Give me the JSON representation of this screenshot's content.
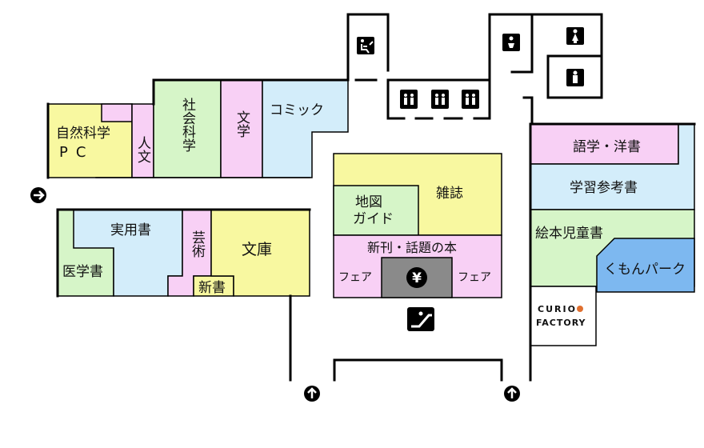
{
  "colors": {
    "green": "#d6f5c8",
    "pink": "#f8d0f5",
    "blue": "#d3edfa",
    "yellow": "#f8f8a0",
    "kumon_blue": "#7db8f0",
    "cashier_gray": "#8a8a8a",
    "white": "#ffffff"
  },
  "sections": {
    "shizen_kagaku": "自然科学",
    "pc": "PC",
    "jinbun": "人文",
    "shakai_kagaku": "社会科学",
    "bungaku": "文学",
    "comic": "コミック",
    "chizu_guide_1": "地図",
    "chizu_guide_2": "ガイド",
    "zasshi": "雑誌",
    "shinkan": "新刊・話題の本",
    "fair_left": "フェア",
    "fair_right": "フェア",
    "jitsuyousho": "実用書",
    "geijutsu": "芸術",
    "shinsho": "新書",
    "bunko": "文庫",
    "igakusho": "医学書",
    "gogaku_yousho": "語学・洋書",
    "gakushu_sankousho": "学習参考書",
    "ehon_jidousho": "絵本児童書",
    "kumon_park": "くもんパーク",
    "curio_1": "CURIO",
    "curio_2": "FACTORY"
  },
  "icons": {
    "cashier": "yen-icon",
    "escalator": "escalator-icon",
    "multipurpose_toilet": "wheelchair-icon",
    "elevators": "elevator-icon",
    "baby_room": "baby-icon",
    "womens_toilet": "woman-icon",
    "mens_toilet": "man-icon",
    "entrances": "arrow-icon"
  }
}
